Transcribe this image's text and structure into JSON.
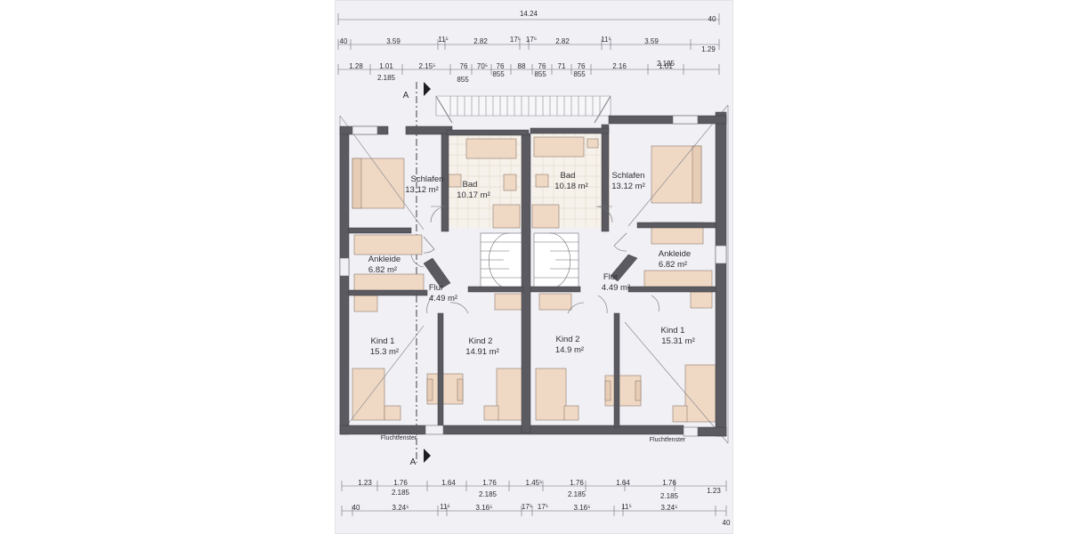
{
  "rooms": {
    "left": {
      "schlafen": {
        "name": "Schlafen",
        "area": "13.12 m²"
      },
      "bad": {
        "name": "Bad",
        "area": "10.17 m²"
      },
      "ankleide": {
        "name": "Ankleide",
        "area": "6.82 m²"
      },
      "flur": {
        "name": "Flur",
        "area": "4.49 m²"
      },
      "kind1": {
        "name": "Kind 1",
        "area": "15.3 m²"
      },
      "kind2": {
        "name": "Kind 2",
        "area": "14.91 m²"
      }
    },
    "right": {
      "schlafen": {
        "name": "Schlafen",
        "area": "13.12 m²"
      },
      "bad": {
        "name": "Bad",
        "area": "10.18 m²"
      },
      "ankleide": {
        "name": "Ankleide",
        "area": "6.82 m²"
      },
      "flur": {
        "name": "Flur",
        "area": "4.49 m²"
      },
      "kind1": {
        "name": "Kind 1",
        "area": "15.31 m²"
      },
      "kind2": {
        "name": "Kind 2",
        "area": "14.9 m²"
      }
    }
  },
  "notes": {
    "escape_window_left": "Fluchtfenster",
    "escape_window_right": "Fluchtfenster"
  },
  "section": {
    "label_top": "A",
    "label_bottom": "A"
  },
  "dimensions": {
    "top_total": "14.24",
    "top_total_end": "40",
    "top_row1": [
      "40",
      "3.59",
      "11⁵",
      "2.82",
      "17⁵",
      "17⁵",
      "2.82",
      "11⁵",
      "3.59",
      "1.29"
    ],
    "top_row2": [
      "1.28",
      "1.01",
      "2.15⁵",
      "76",
      "70⁵",
      "76",
      "88",
      "76",
      "71",
      "76",
      "2.16",
      "1.01"
    ],
    "top_row2_sub": [
      "2.185",
      "855",
      "855",
      "855",
      "855",
      "2.185"
    ],
    "bottom_row1": [
      "1.23",
      "1.76",
      "1.64",
      "1.76",
      "1.45⁵",
      "1.76",
      "1.64",
      "1.76",
      "1.23"
    ],
    "bottom_row1_sub": [
      "2.185",
      "2.185",
      "2.185",
      "2.185"
    ],
    "bottom_row2": [
      "40",
      "3.24⁵",
      "11⁵",
      "3.16⁵",
      "17⁵",
      "17⁵",
      "3.16⁵",
      "11⁵",
      "3.24⁵",
      "40"
    ]
  }
}
